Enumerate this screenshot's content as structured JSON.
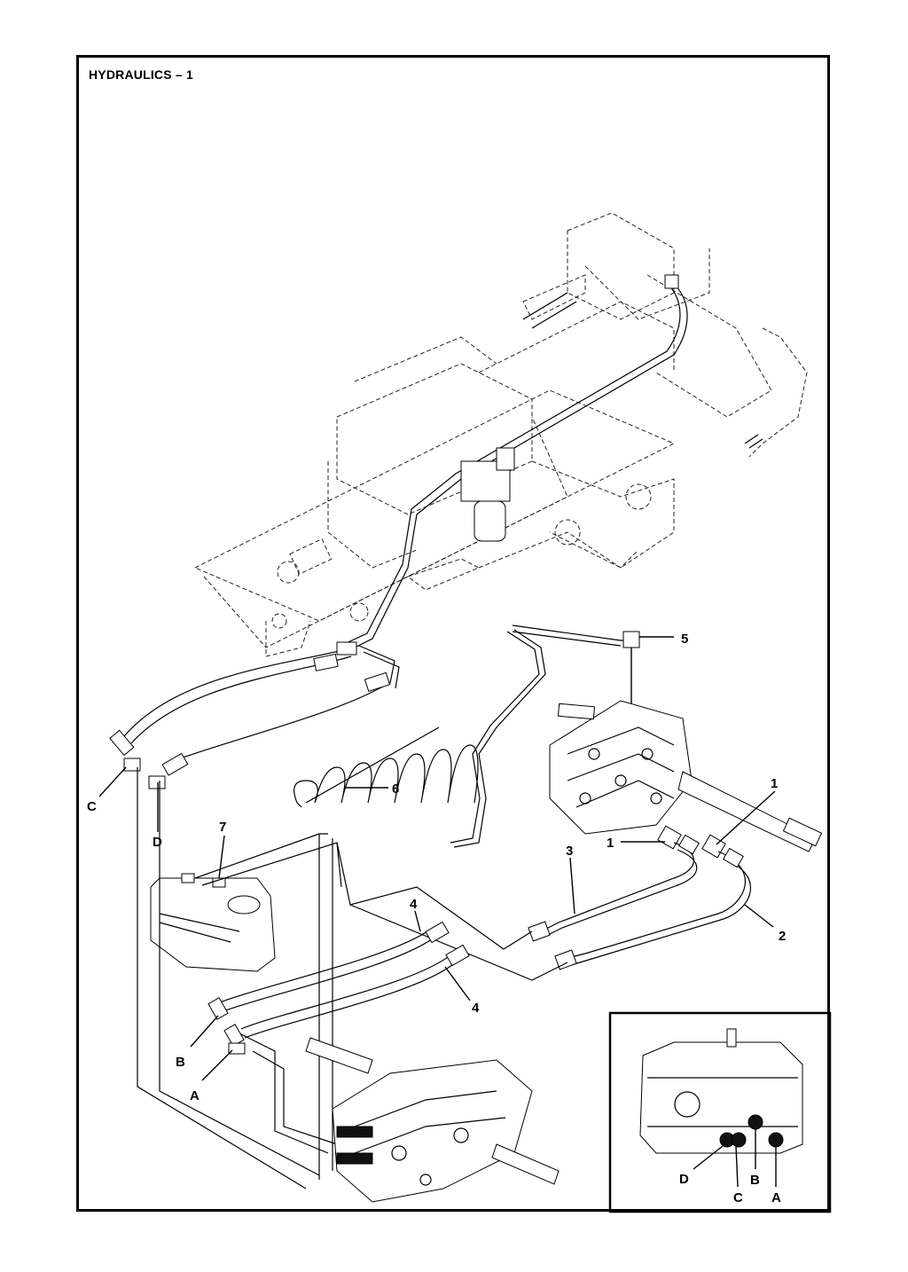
{
  "page": {
    "title": "HYDRAULICS – 1"
  },
  "callouts": {
    "c1a": "1",
    "c1b": "1",
    "c2": "2",
    "c3": "3",
    "c4a": "4",
    "c4b": "4",
    "c5": "5",
    "c6": "6",
    "c7": "7",
    "cA": "A",
    "cB": "B",
    "cC": "C",
    "cD": "D"
  },
  "inset": {
    "cA": "A",
    "cB": "B",
    "cC": "C",
    "cD": "D"
  }
}
